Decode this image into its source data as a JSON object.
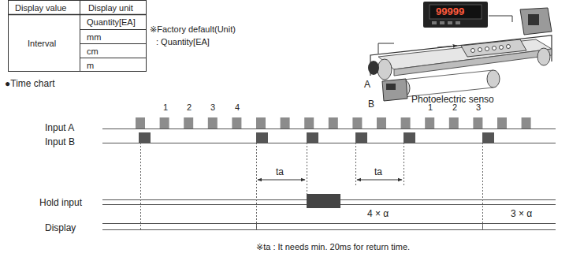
{
  "diagram": {
    "labels": [
      "Display value",
      "Display unit",
      "Interval",
      "Quantity[EA]",
      "mm",
      "cm",
      "m",
      "※Factory default(Unit)",
      ": Quantity[EA]",
      "99999",
      "A",
      "B",
      "Photoelectric senso",
      "●Time chart",
      "1",
      "2",
      "3",
      "4",
      "1",
      "2",
      "3",
      "Input A",
      "Input B",
      "Hold input",
      "Display",
      "ta",
      "ta",
      "4 × α",
      "3 × α",
      "※ta : It needs min. 20ms for return time."
    ]
  }
}
